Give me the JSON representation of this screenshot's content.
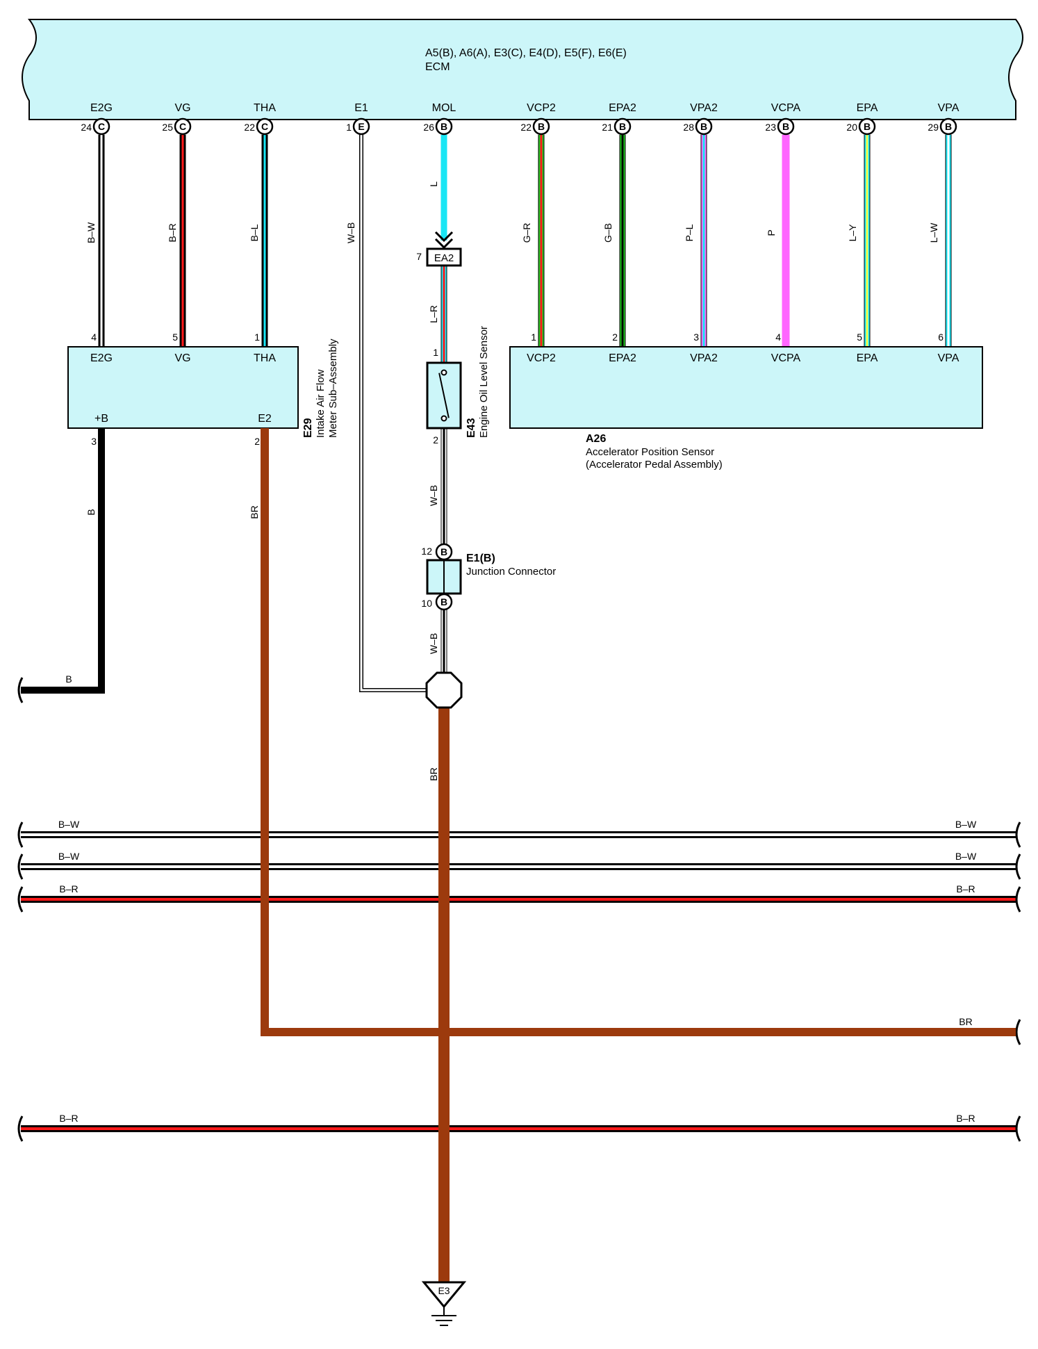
{
  "colors": {
    "ecm_fill": "#ccf6f9",
    "component_fill": "#ccf6f9",
    "black": "#000000",
    "white": "#ffffff",
    "red": "#ff1a1a",
    "cyan": "#19e6f5",
    "green": "#22c922",
    "pink": "#ff66ff",
    "yellow": "#ffff44",
    "brown": "#9c3a0d"
  },
  "ecm": {
    "title": "A5(B), A6(A), E3(C), E4(D), E5(F), E6(E)",
    "name": "ECM",
    "pins": [
      {
        "label": "E2G",
        "num": "24",
        "conn": "C"
      },
      {
        "label": "VG",
        "num": "25",
        "conn": "C"
      },
      {
        "label": "THA",
        "num": "22",
        "conn": "C"
      },
      {
        "label": "E1",
        "num": "1",
        "conn": "E"
      },
      {
        "label": "MOL",
        "num": "26",
        "conn": "B"
      },
      {
        "label": "VCP2",
        "num": "22",
        "conn": "B"
      },
      {
        "label": "EPA2",
        "num": "21",
        "conn": "B"
      },
      {
        "label": "VPA2",
        "num": "28",
        "conn": "B"
      },
      {
        "label": "VCPA",
        "num": "23",
        "conn": "B"
      },
      {
        "label": "EPA",
        "num": "20",
        "conn": "B"
      },
      {
        "label": "VPA",
        "num": "29",
        "conn": "B"
      }
    ]
  },
  "wire_colors": {
    "e2g": "B–W",
    "vg": "B–R",
    "tha": "B–L",
    "e1": "W–B",
    "mol": "L",
    "vcp2": "G–R",
    "epa2": "G–B",
    "vpa2": "P–L",
    "vcpa": "P",
    "epa": "L–Y",
    "vpa": "L–W",
    "ea2_lr": "L–R",
    "e43_wb": "W–B",
    "e1b_wb": "W–B",
    "plus_b": "B",
    "e2_br": "BR",
    "ground_br": "BR",
    "bottom_b": "B"
  },
  "ea2": {
    "label": "EA2",
    "pin": "7"
  },
  "e29": {
    "code": "E29",
    "desc_line1": "Intake Air Flow",
    "desc_line2": "Meter Sub–Assembly",
    "top_pins": [
      {
        "label": "E2G",
        "num": "4"
      },
      {
        "label": "VG",
        "num": "5"
      },
      {
        "label": "THA",
        "num": "1"
      }
    ],
    "bottom_pins": [
      {
        "label": "+B",
        "num": "3"
      },
      {
        "label": "E2",
        "num": "2"
      }
    ]
  },
  "e43": {
    "code": "E43",
    "desc": "Engine Oil Level Sensor",
    "pin_top": "1",
    "pin_bottom": "2"
  },
  "a26": {
    "code": "A26",
    "desc_line1": "Accelerator Position Sensor",
    "desc_line2": "(Accelerator Pedal Assembly)",
    "pins": [
      {
        "label": "VCP2",
        "num": "1"
      },
      {
        "label": "EPA2",
        "num": "2"
      },
      {
        "label": "VPA2",
        "num": "3"
      },
      {
        "label": "VCPA",
        "num": "4"
      },
      {
        "label": "EPA",
        "num": "5"
      },
      {
        "label": "VPA",
        "num": "6"
      }
    ]
  },
  "e1b": {
    "code": "E1(B)",
    "desc": "Junction Connector",
    "pin_top": "12",
    "pin_bottom": "10",
    "conn": "B"
  },
  "ground": {
    "label": "E3"
  },
  "passthrough": [
    {
      "left": "B–W",
      "right": "B–W"
    },
    {
      "left": "B–W",
      "right": "B–W"
    },
    {
      "left": "B–R",
      "right": "B–R"
    },
    {
      "left": "",
      "right": "BR"
    },
    {
      "left": "B–R",
      "right": "B–R"
    }
  ]
}
